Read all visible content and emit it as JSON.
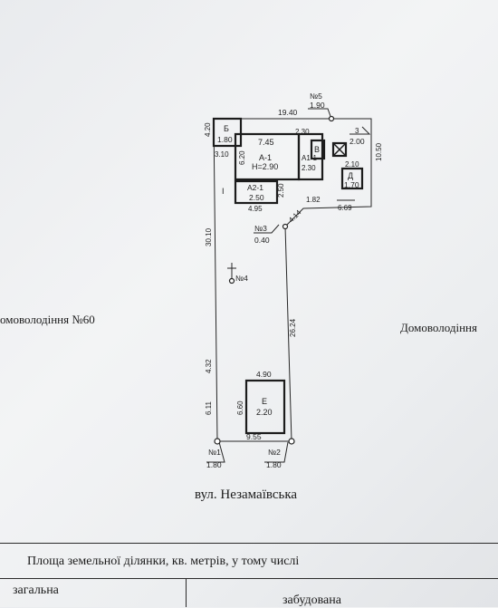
{
  "neighbors": {
    "left": "омоволодіння №60",
    "right": "Домоволодіння"
  },
  "street": "вул. Незамаївська",
  "buildings": {
    "a1": {
      "label": "А-1",
      "height": "H=2.90",
      "width": "7.45",
      "side": "6.20"
    },
    "a1_ext": {
      "label": "А1-1",
      "height": "2.30",
      "top": "2.30"
    },
    "a2": {
      "label": "А2-1",
      "height": "2.50",
      "width": "4.95",
      "side": "2.50"
    },
    "b": {
      "label": "Б",
      "height": "1.80",
      "top": "4.20"
    },
    "v": {
      "label": "В"
    },
    "d": {
      "label": "Д",
      "height": "1.70",
      "top": "2.10"
    },
    "z": {
      "label": "3",
      "height": "2.00"
    },
    "e": {
      "label": "Е",
      "height": "2.20",
      "width": "4.90",
      "side": "6.60"
    }
  },
  "lot": {
    "top": "19.40",
    "right": "10.50",
    "diag1": "1.82",
    "diag2": "4.14",
    "bottom": "9.55",
    "long_right": "26.24",
    "left_upper": "30.10",
    "left_mid": "4.32",
    "left_lower": "6.11",
    "small_left": "3.10",
    "side_marker": "I",
    "right_bottom": "6.69"
  },
  "markers": {
    "n1": {
      "label": "№1",
      "value": "1.80"
    },
    "n2": {
      "label": "№2",
      "value": "1.80"
    },
    "n3": {
      "label": "№3",
      "value": "0.40"
    },
    "n4": {
      "label": "№4"
    },
    "n5": {
      "label": "№5",
      "value": "1.90"
    }
  },
  "table": {
    "heading": "Площа земельної ділянки, кв. метрів, у тому числі",
    "col_total": "загальна",
    "col_built": "забудована"
  }
}
